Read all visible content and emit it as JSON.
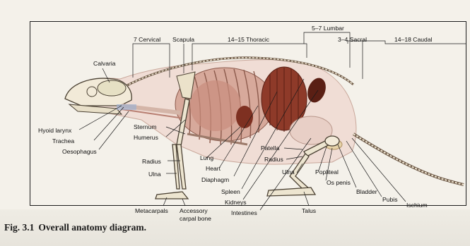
{
  "caption": {
    "number": "Fig. 3.1",
    "title": "Overall anatomy diagram."
  },
  "vertebrae": {
    "cervical": "7 Cervical",
    "thoracic": "14–15 Thoracic",
    "lumbar": "5–7 Lumbar",
    "sacral": "3–4 Sacral",
    "caudal": "14–18 Caudal"
  },
  "labels": {
    "scapula": "Scapula",
    "calvaria": "Calvaria",
    "hyoid_larynx": "Hyoid larynx",
    "trachea": "Trachea",
    "oesophagus": "Oesophagus",
    "sternum": "Sternum",
    "humerus": "Humerus",
    "radius_front": "Radius",
    "ulna_front": "Ulna",
    "metacarpals": "Metacarpals",
    "accessory_carpal_line1": "Accessory",
    "accessory_carpal_line2": "carpal bone",
    "lung": "Lung",
    "heart": "Heart",
    "diaphragm": "Diaphagm",
    "spleen": "Spleen",
    "kidneys": "Kidneys",
    "intestines": "Intestines",
    "patella": "Patella",
    "radius_hind": "Radius",
    "ulna_hind": "Ulna",
    "popliteal": "Popliteal",
    "os_penis": "Os penis",
    "bladder": "Bladder",
    "pubis": "Pubis",
    "ischium": "Ischium",
    "talus": "Talus"
  },
  "colors": {
    "organ": "#9a3d2c",
    "bone": "#e8e0cc",
    "soft": "#d9b9ae",
    "line": "#1a1a1a"
  }
}
